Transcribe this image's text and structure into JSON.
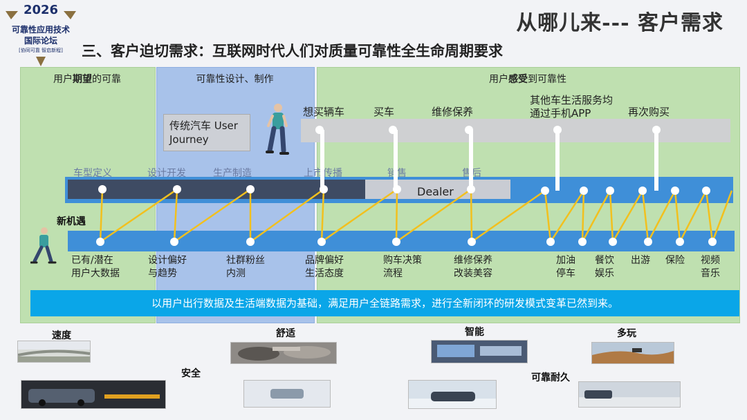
{
  "logo": {
    "year": "2026",
    "line1": "可靠性应用技术",
    "line2": "国际论坛",
    "line3": "[协同可靠 智启新程]"
  },
  "title": "从哪儿来--- 客户需求",
  "subtitle": "三、客户迫切需求：互联网时代人们对质量可靠性全生命周期要求",
  "panels": {
    "left": {
      "pre": "用户",
      "strong": "期望",
      "post": "的可靠"
    },
    "middle": {
      "title": "可靠性设计、制作"
    },
    "right": {
      "pre": "用户",
      "strong": "感受",
      "post": "到可靠性"
    }
  },
  "journey_box": "传统汽车 User Journey",
  "top_stages": [
    "想买辆车",
    "买车",
    "维修保养",
    "其他车生活服务均\n通过手机APP",
    "再次购买"
  ],
  "mid_stages": [
    "车型定义",
    "设计开发",
    "生产制造",
    "上市传播",
    "销售",
    "售后"
  ],
  "dealer": "Dealer",
  "new_opportunity": "新机遇",
  "bottom_labels": [
    "已有/潜在\n用户大数据",
    "设计偏好\n与趋势",
    "社群粉丝\n内测",
    "品牌偏好\n生活态度",
    "购车决策\n流程",
    "维修保养\n改装美容",
    "加油\n停车",
    "餐饮\n娱乐",
    "出游",
    "保险",
    "视频\n音乐"
  ],
  "banner": "以用户出行数据及生活端数据为基础，满足用户全链路需求，进行全新闭环的研发模式变革已然到来。",
  "captions": {
    "speed": "速度",
    "comfort": "舒适",
    "smart": "智能",
    "fun": "多玩",
    "safety": "安全",
    "durability": "可靠耐久"
  },
  "colors": {
    "green_panel": "#bfe0b0",
    "blue_panel": "#a8c2ea",
    "dark_band": "#3e4b63",
    "blue_band": "#3f8fd8",
    "zigzag": "#f2c01e",
    "banner": "#0aa6e8"
  }
}
